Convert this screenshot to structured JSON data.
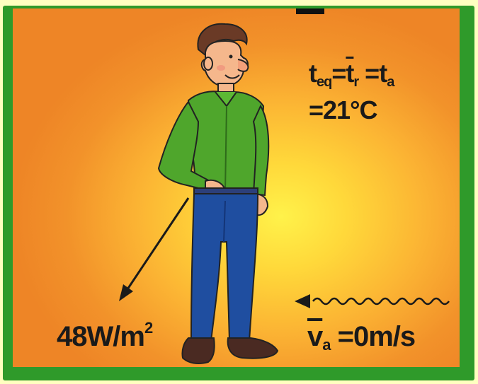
{
  "formula": {
    "t": "t",
    "eq_sub": "eq",
    "eq1": "=",
    "tr": "t",
    "r_sub": "r",
    "eq2": " =",
    "ta": "t",
    "a_sub": "a",
    "line2": "=21°C"
  },
  "heat_flux_label": {
    "value": "48W/m",
    "exponent": "2"
  },
  "air_speed_label": {
    "v": "v",
    "a_sub": "a",
    "value": " =0m/s"
  },
  "colors": {
    "frame": "#2f9a2a",
    "shirt": "#4fa62c",
    "jeans": "#1f4ea0",
    "shoes": "#4a2a22",
    "hair": "#6a3a26",
    "skin": "#f5b78c"
  },
  "icons": [
    "person-illustration",
    "heat-flux-arrow",
    "airflow-wavy-arrow"
  ]
}
